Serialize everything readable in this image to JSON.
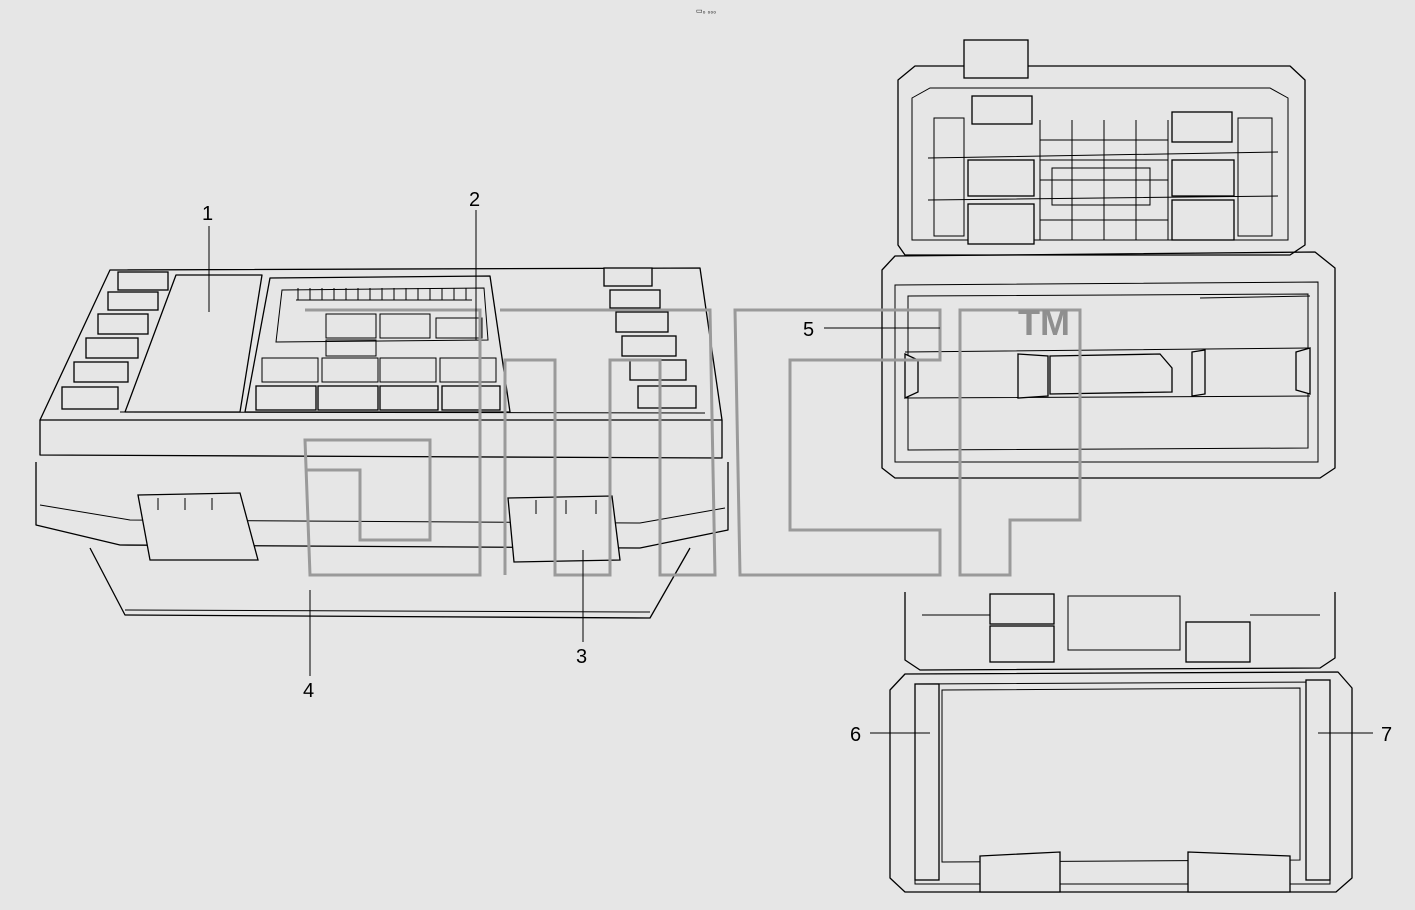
{
  "header_mark": "▭₀ ₀₀₀",
  "watermark": {
    "letters": "amcp",
    "trademark": "TM"
  },
  "callouts": [
    {
      "id": "1",
      "text": "1"
    },
    {
      "id": "2",
      "text": "2"
    },
    {
      "id": "3",
      "text": "3"
    },
    {
      "id": "4",
      "text": "4"
    },
    {
      "id": "5",
      "text": "5"
    },
    {
      "id": "6",
      "text": "6"
    },
    {
      "id": "7",
      "text": "7"
    }
  ]
}
